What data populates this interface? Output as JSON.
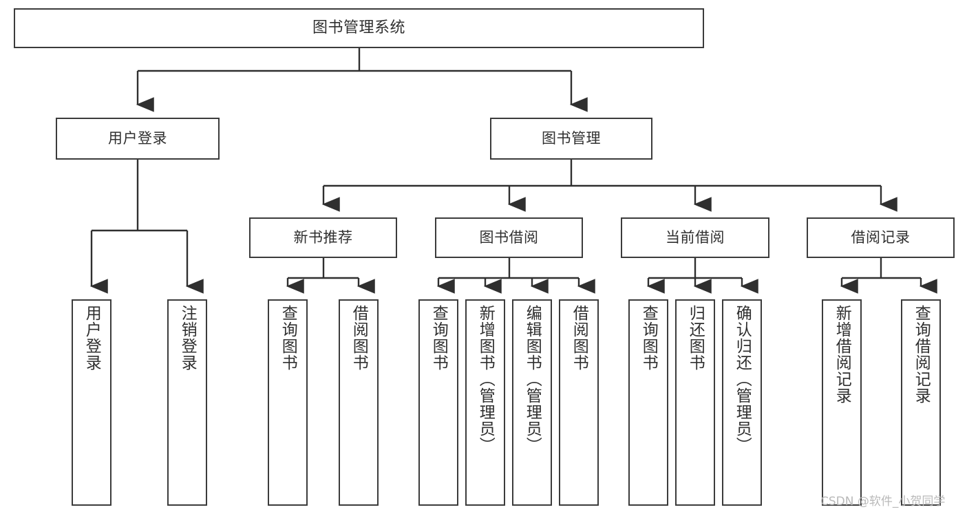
{
  "diagram": {
    "title": "图书管理系统",
    "watermark": "CSDN @软件_小贺同学",
    "colors": {
      "stroke": "#3b3b3b",
      "text": "#2f2f2f",
      "background": "#ffffff",
      "watermark": "#b9b9b9"
    },
    "levels": {
      "root": {
        "label": "图书管理系统"
      },
      "level2": [
        {
          "label": "用户登录"
        },
        {
          "label": "图书管理"
        }
      ],
      "level3": [
        {
          "label": "新书推荐"
        },
        {
          "label": "图书借阅"
        },
        {
          "label": "当前借阅"
        },
        {
          "label": "借阅记录"
        }
      ],
      "leaves": {
        "user_login": [
          {
            "label": "用户登录"
          },
          {
            "label": "注销登录"
          }
        ],
        "new_book": [
          {
            "label": "查询图书"
          },
          {
            "label": "借阅图书"
          }
        ],
        "book_borrow": [
          {
            "label": "查询图书"
          },
          {
            "label": "新增图书（管理员）"
          },
          {
            "label": "编辑图书（管理员）"
          },
          {
            "label": "借阅图书"
          }
        ],
        "current_borrow": [
          {
            "label": "查询图书"
          },
          {
            "label": "归还图书"
          },
          {
            "label": "确认归还（管理员）"
          }
        ],
        "borrow_record": [
          {
            "label": "新增借阅记录"
          },
          {
            "label": "查询借阅记录"
          }
        ]
      }
    }
  }
}
